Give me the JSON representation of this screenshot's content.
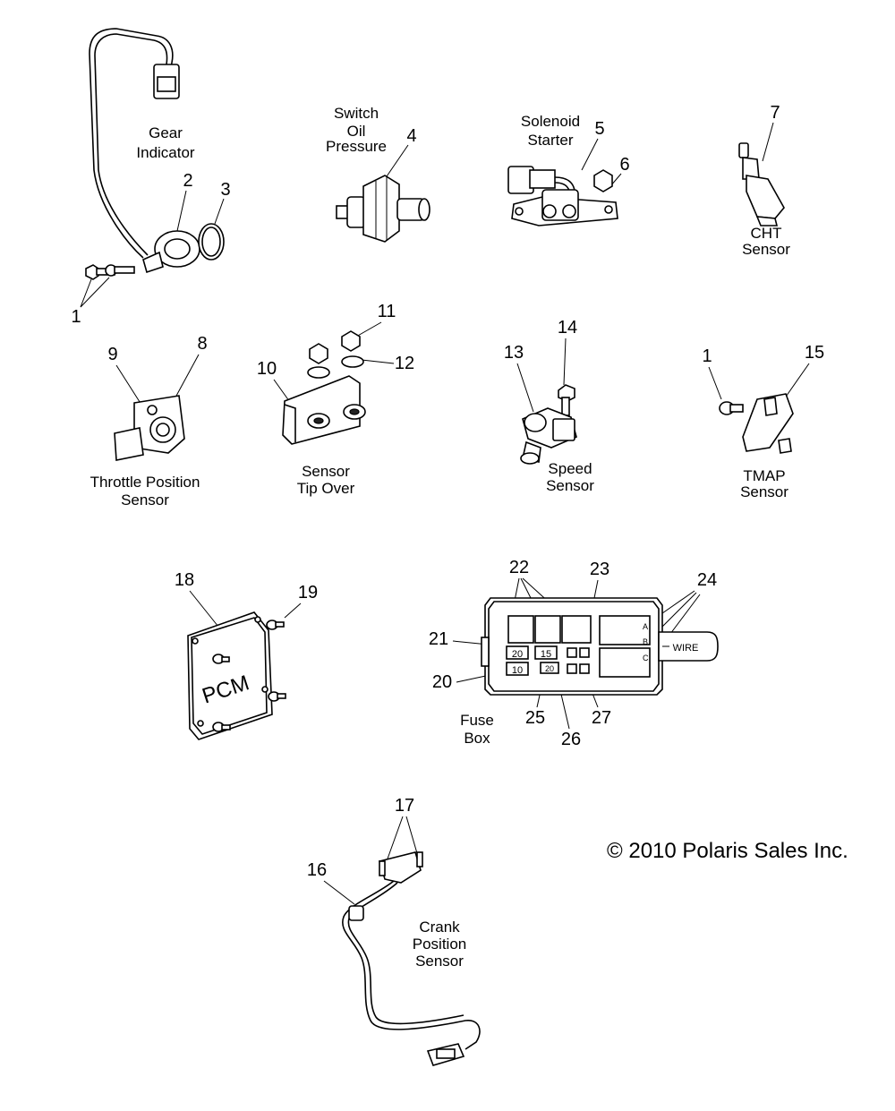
{
  "callouts": {
    "n1a": "1",
    "n1b": "1",
    "n2": "2",
    "n3": "3",
    "n4": "4",
    "n5": "5",
    "n6": "6",
    "n7": "7",
    "n8": "8",
    "n9": "9",
    "n10": "10",
    "n11": "11",
    "n12": "12",
    "n13": "13",
    "n14": "14",
    "n15": "15",
    "n16": "16",
    "n17": "17",
    "n18": "18",
    "n19": "19",
    "n20": "20",
    "n21": "21",
    "n22": "22",
    "n23": "23",
    "n24": "24",
    "n25": "25",
    "n26": "26",
    "n27": "27"
  },
  "labels": {
    "gear_indicator": [
      "Gear",
      "Indicator"
    ],
    "switch_oil_pressure": [
      "Switch",
      "Oil",
      "Pressure"
    ],
    "solenoid_starter": [
      "Solenoid",
      "Starter"
    ],
    "cht_sensor": [
      "CHT",
      "Sensor"
    ],
    "throttle_position_sensor": [
      "Throttle Position",
      "Sensor"
    ],
    "sensor_tip_over": [
      "Sensor",
      "Tip Over"
    ],
    "speed_sensor": [
      "Speed",
      "Sensor"
    ],
    "tmap_sensor": [
      "TMAP",
      "Sensor"
    ],
    "fuse_box": [
      "Fuse",
      "Box"
    ],
    "crank_position_sensor": [
      "Crank",
      "Position",
      "Sensor"
    ]
  },
  "part_markings": {
    "pcm": "PCM",
    "wire": "WIRE",
    "fuse_20a": "20",
    "fuse_15": "15",
    "fuse_10": "10",
    "fuse_20b": "20",
    "relay_a": "A",
    "relay_b": "B",
    "relay_c": "C"
  },
  "copyright": "© 2010 Polaris Sales Inc."
}
